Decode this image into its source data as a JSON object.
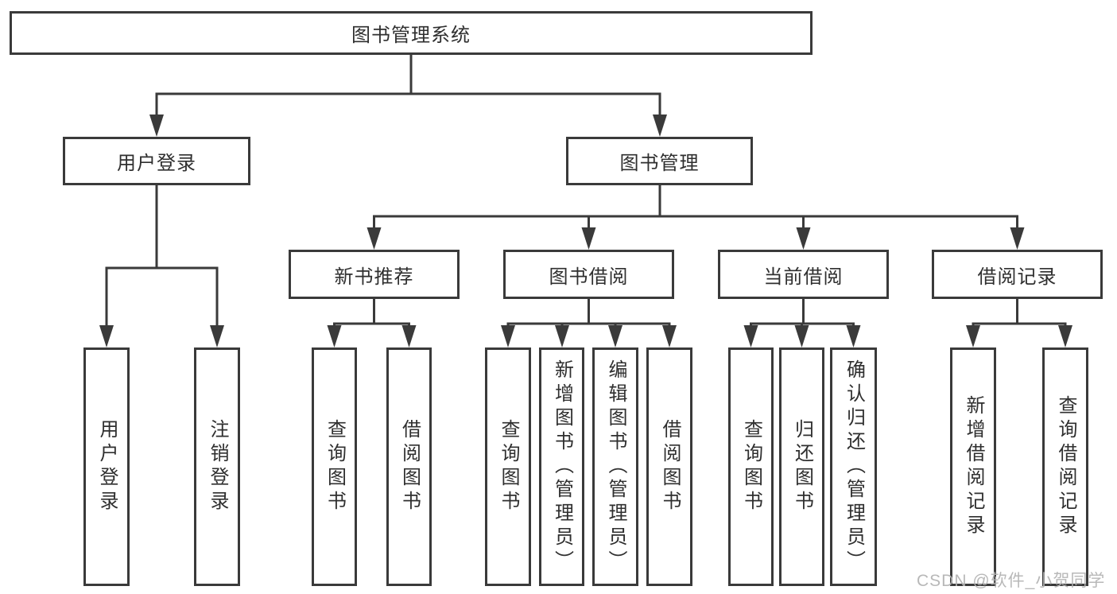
{
  "tree": {
    "root": "图书管理系统",
    "branches": [
      {
        "label": "用户登录",
        "children": [
          "用户登录",
          "注销登录"
        ]
      },
      {
        "label": "图书管理",
        "groups": [
          {
            "label": "新书推荐",
            "children": [
              "查询图书",
              "借阅图书"
            ]
          },
          {
            "label": "图书借阅",
            "children": [
              "查询图书",
              "新增图书（管理员）",
              "编辑图书（管理员）",
              "借阅图书"
            ]
          },
          {
            "label": "当前借阅",
            "children": [
              "查询图书",
              "归还图书",
              "确认归还（管理员）"
            ]
          },
          {
            "label": "借阅记录",
            "children": [
              "新增借阅记录",
              "查询借阅记录"
            ]
          }
        ]
      }
    ]
  },
  "watermark": {
    "text": "CSDN @软件_小贺同学"
  },
  "colors": {
    "line": "#3a3a3a",
    "text": "#2f2f2f",
    "watermark": "#b3b3b3",
    "background": "#ffffff"
  }
}
